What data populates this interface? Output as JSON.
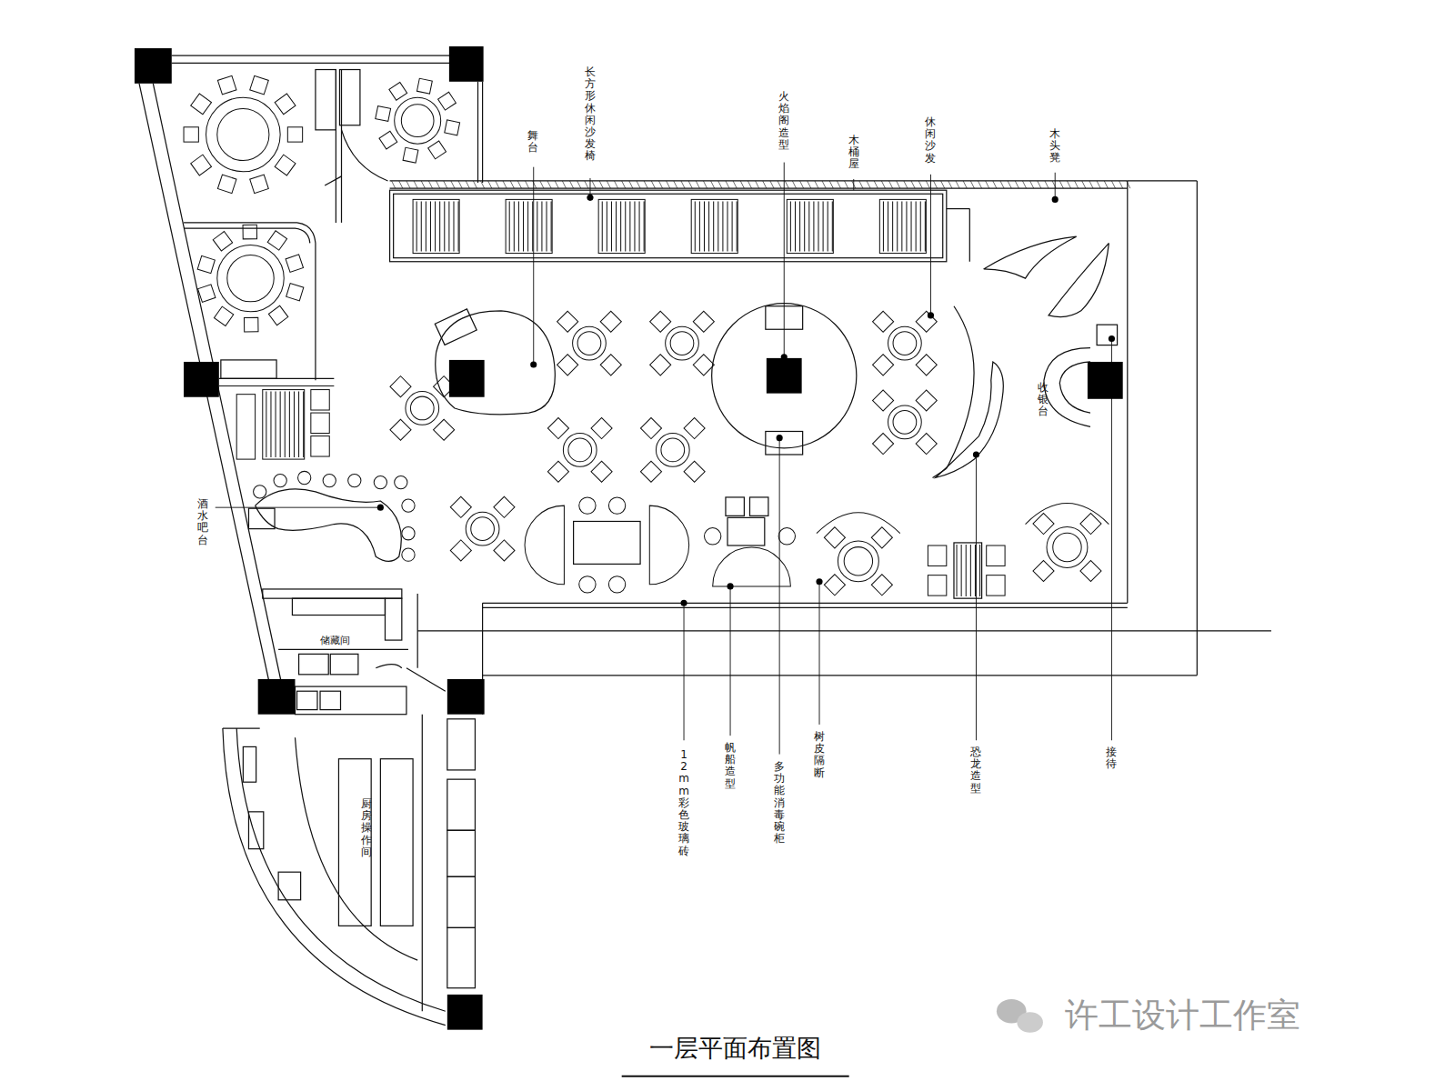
{
  "diagram": {
    "title": "一层平面布置图",
    "labels": [
      "舞台",
      "长方形休闲沙发椅",
      "火焰阁造型",
      "木桶屋",
      "休闲沙发",
      "木头凳",
      "酒水吧台",
      "储藏间",
      "厨房操作间",
      "收银台",
      "12mm彩色玻璃砖",
      "帆船造型",
      "多功能消毒碗柜",
      "树皮隔断",
      "恐龙造型",
      "接待",
      "许工设计工作室"
    ]
  }
}
